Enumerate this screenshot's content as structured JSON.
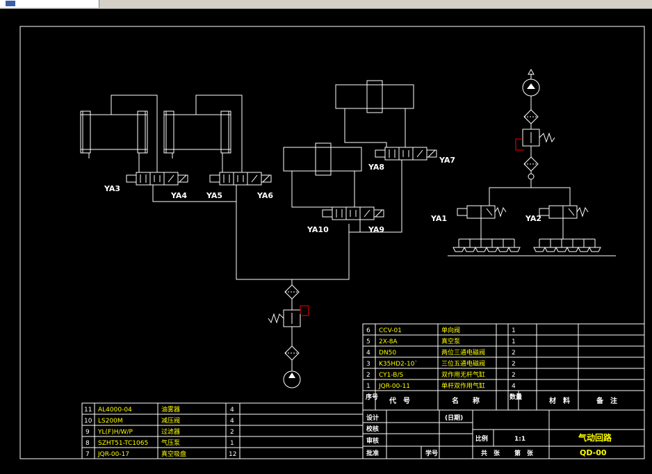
{
  "window": {
    "tab_icon": "drawing-file-icon"
  },
  "labels": {
    "ya1": "YA1",
    "ya2": "YA2",
    "ya3": "YA3",
    "ya4": "YA4",
    "ya5": "YA5",
    "ya6": "YA6",
    "ya7": "YA7",
    "ya8": "YA8",
    "ya9": "YA9",
    "ya10": "YA10"
  },
  "parts_right": [
    {
      "no": "6",
      "code": "CCV-01",
      "name": "单向阀",
      "qty": "1"
    },
    {
      "no": "5",
      "code": "2X-8A",
      "name": "真空泵",
      "qty": "1"
    },
    {
      "no": "4",
      "code": "DN50",
      "name": "两位三通电磁阀",
      "qty": "2"
    },
    {
      "no": "3",
      "code": "K35HD2-10`",
      "name": "三位五通电磁阀",
      "qty": "2"
    },
    {
      "no": "2",
      "code": "CY1-B/S",
      "name": "双作用无杆气缸",
      "qty": "2"
    },
    {
      "no": "1",
      "code": "JQR-00-11",
      "name": "单杆双作用气缸",
      "qty": "4"
    }
  ],
  "parts_left": [
    {
      "no": "11",
      "code": "AL4000-04",
      "name": "油雾器",
      "qty": "4"
    },
    {
      "no": "10",
      "code": "LS200M",
      "name": "减压阀",
      "qty": "4"
    },
    {
      "no": "9",
      "code": "YL(F)H/W/P",
      "name": "过滤器",
      "qty": "2"
    },
    {
      "no": "8",
      "code": "SZHT51-TC1065",
      "name": "气压泵",
      "qty": "1"
    },
    {
      "no": "7",
      "code": "JQR-00-17",
      "name": "真空吸盘",
      "qty": "12"
    }
  ],
  "header": {
    "seq": "序号",
    "code": "代　号",
    "name": "名　　称",
    "qty": "数量",
    "material": "材　料",
    "remark": "备　注"
  },
  "titleblock": {
    "design": "设计",
    "date": "(日期)",
    "check": "校核",
    "review": "审核",
    "approve": "批准",
    "student_no": "学号",
    "scale_label": "比例",
    "scale": "1:1",
    "title": "气动回路",
    "drawing_no": "QD-00",
    "total": "共　张",
    "sheet": "第　张"
  },
  "colors": {
    "line": "#ffffff",
    "text_yellow": "#ffff00",
    "accent_red": "#ff0000",
    "bg": "#000000"
  }
}
